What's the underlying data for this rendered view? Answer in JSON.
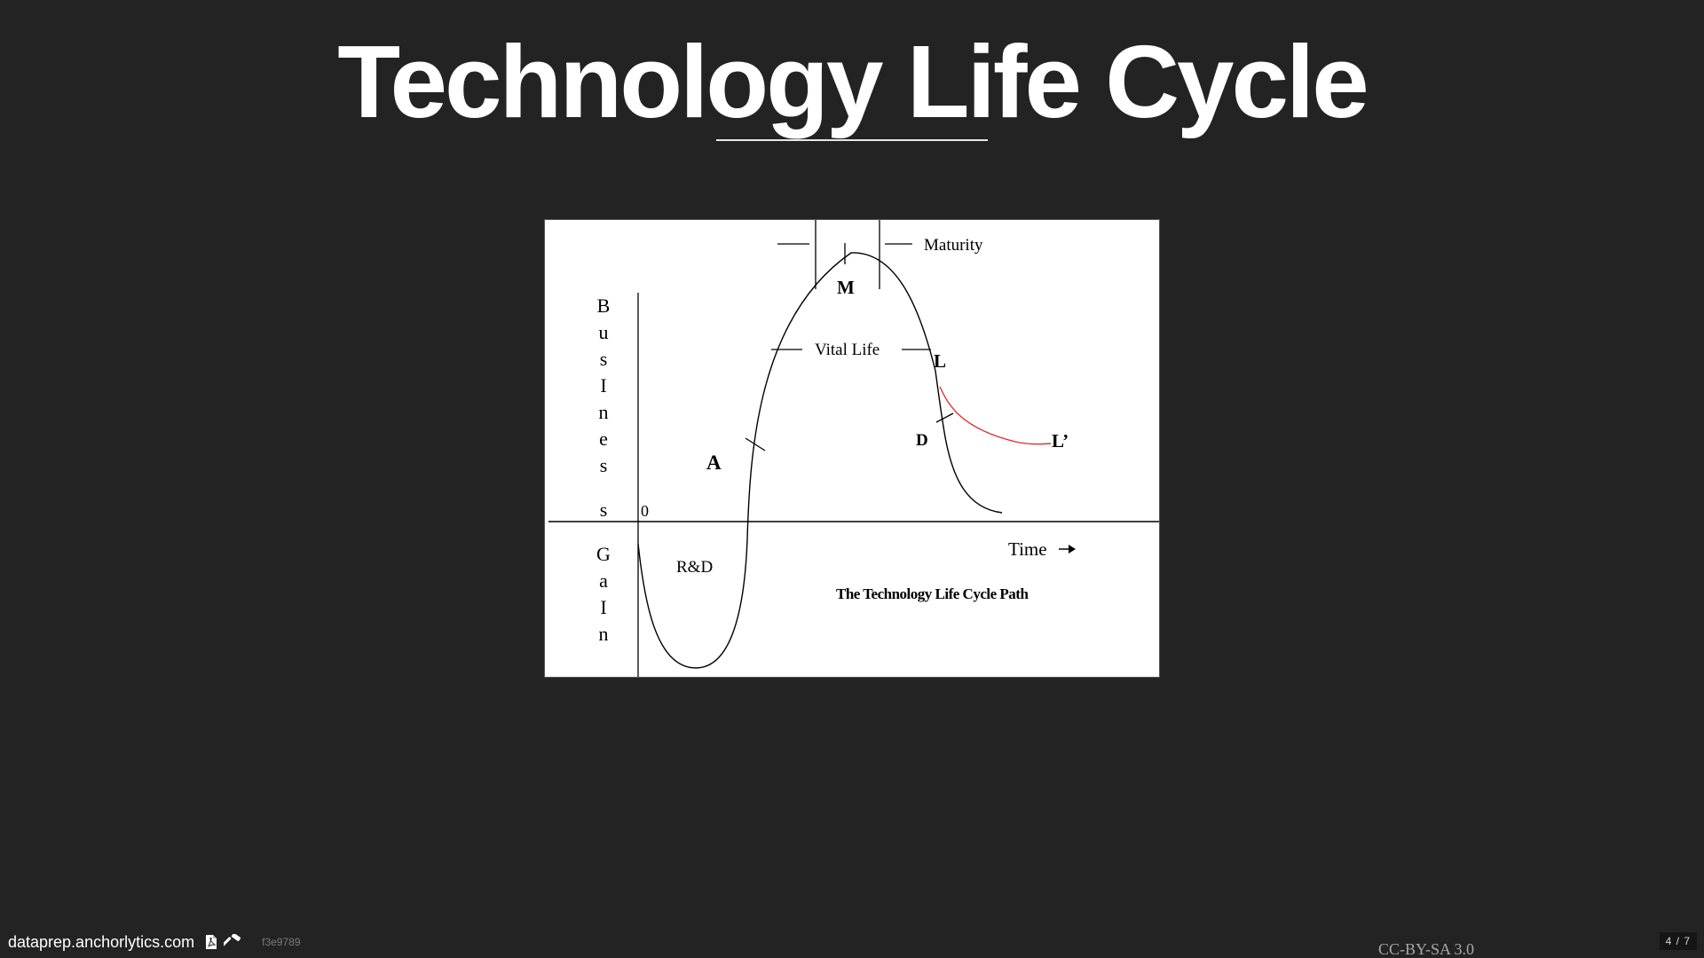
{
  "slide": {
    "title": "Technology Life Cycle"
  },
  "figure": {
    "caption": "The Technology Life Cycle Path",
    "y_axis_label_letters": [
      "B",
      "u",
      "s",
      "I",
      "n",
      "e",
      "s",
      "s",
      "G",
      "a",
      "I",
      "n"
    ],
    "origin_label": "0",
    "x_axis_label": "Time",
    "labels": {
      "maturity": "Maturity",
      "m": "M",
      "vital_life": "Vital Life",
      "l": "L",
      "l_prime": "L’",
      "d": "D",
      "a": "A",
      "rd": "R&D"
    },
    "colors": {
      "background": "#ffffff",
      "curve": "#000000",
      "alternate_path": "#e03030"
    }
  },
  "footer": {
    "site": "dataprep.anchorlytics.com",
    "icons": [
      "pdf-icon",
      "hammer-icon"
    ],
    "commit_hash": "f3e9789",
    "license": "CC-BY-SA 3.0",
    "page_indicator": "4 / 7"
  }
}
